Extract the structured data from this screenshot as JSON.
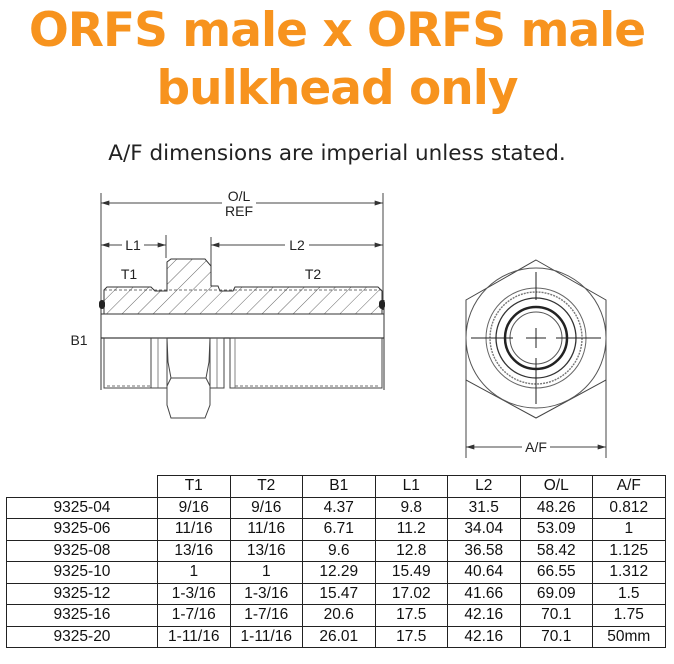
{
  "header": {
    "title_line1": "ORFS male x ORFS male",
    "title_line2": "bulkhead only",
    "subtitle": "A/F dimensions are imperial unless stated."
  },
  "colors": {
    "title": "#f7931e",
    "text": "#222222",
    "lines": "#333333"
  },
  "drawing": {
    "side_view_labels": {
      "overall_length": "O/L",
      "overall_length_ref": "REF",
      "l1": "L1",
      "l2": "L2",
      "t1": "T1",
      "t2": "T2",
      "b1": "B1"
    },
    "end_view_labels": {
      "across_flats": "A/F"
    }
  },
  "table": {
    "columns": [
      "",
      "T1",
      "T2",
      "B1",
      "L1",
      "L2",
      "O/L",
      "A/F"
    ],
    "rows": [
      [
        "9325-04",
        "9/16",
        "9/16",
        "4.37",
        "9.8",
        "31.5",
        "48.26",
        "0.812"
      ],
      [
        "9325-06",
        "11/16",
        "11/16",
        "6.71",
        "11.2",
        "34.04",
        "53.09",
        "1"
      ],
      [
        "9325-08",
        "13/16",
        "13/16",
        "9.6",
        "12.8",
        "36.58",
        "58.42",
        "1.125"
      ],
      [
        "9325-10",
        "1",
        "1",
        "12.29",
        "15.49",
        "40.64",
        "66.55",
        "1.312"
      ],
      [
        "9325-12",
        "1-3/16",
        "1-3/16",
        "15.47",
        "17.02",
        "41.66",
        "69.09",
        "1.5"
      ],
      [
        "9325-16",
        "1-7/16",
        "1-7/16",
        "20.6",
        "17.5",
        "42.16",
        "70.1",
        "1.75"
      ],
      [
        "9325-20",
        "1-11/16",
        "1-11/16",
        "26.01",
        "17.5",
        "42.16",
        "70.1",
        "50mm"
      ]
    ]
  }
}
